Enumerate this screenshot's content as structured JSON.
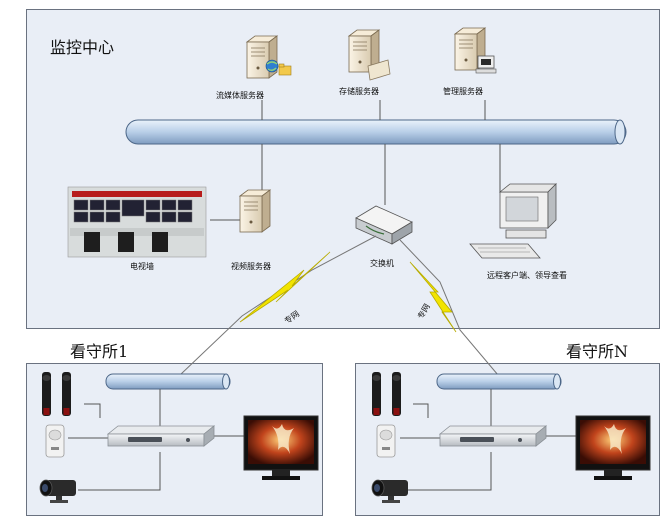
{
  "center": {
    "title": "监控中心",
    "servers": {
      "streaming": "流媒体服务器",
      "storage": "存储服务器",
      "management": "管理服务器",
      "video": "视频服务器"
    },
    "video_wall": "电视墙",
    "switch": "交换机",
    "remote_client": "远程客户端、领导查看"
  },
  "links": {
    "dedicated_1": "专网",
    "dedicated_n": "专网"
  },
  "sites": [
    {
      "title": "看守所1"
    },
    {
      "title": "看守所N"
    }
  ],
  "colors": {
    "panel_bg": "#e9eef6",
    "bus": "#b9cfe8",
    "lightning": "#f2e400",
    "line": "#555555"
  }
}
